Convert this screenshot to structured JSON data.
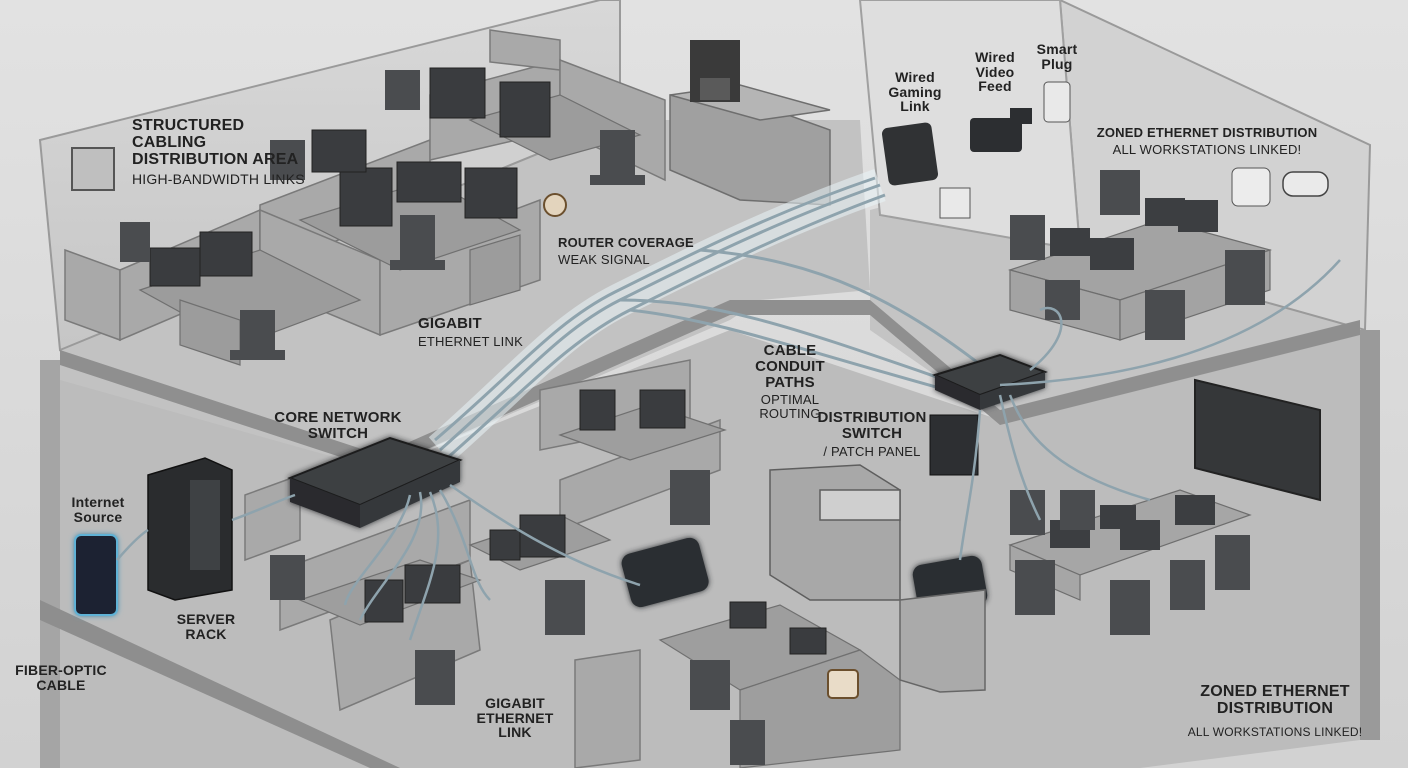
{
  "labels": {
    "structured_title": "STRUCTURED CABLING DISTRIBUTION AREA",
    "structured_sub": "HIGH-BANDWIDTH LINKS",
    "router_coverage": "ROUTER COVERAGE",
    "weak_signal": "WEAK SIGNAL",
    "gigabit_top": "GIGABIT",
    "ethernet_link_top": "ETHERNET LINK",
    "cable_conduit": "CABLE CONDUIT PATHS",
    "optimal_routing": "OPTIMAL ROUTING",
    "core_switch": "CORE NETWORK SWITCH",
    "distribution_switch": "DISTRIBUTION SWITCH",
    "patch_panel": "/ PATCH PANEL",
    "internet_source": "Internet Source",
    "server_rack": "SERVER RACK",
    "fiber_optic": "FIBER-OPTIC CABLE",
    "gigabit_bottom": "GIGABIT ETHERNET LINK",
    "wired_gaming": "Wired Gaming Link",
    "wired_video": "Wired Video Feed",
    "smart_plug": "Smart Plug",
    "zoned_top": "ZONED ETHERNET DISTRIBUTION",
    "zoned_top_sub": "ALL WORKSTATIONS LINKED!",
    "zoned_bottom": "ZONED ETHERNET DISTRIBUTION",
    "zoned_bottom_sub": "ALL WORKSTATIONS LINKED!"
  },
  "icons": [
    "ethernet-port-icon",
    "coffee-maker-icon",
    "tablet-icon",
    "video-camera-icon",
    "smart-plug-icon",
    "thermostat-icon",
    "security-camera-icon",
    "server-rack-icon",
    "modem-icon",
    "core-switch-icon",
    "distribution-switch-icon",
    "desk-phone-icon",
    "printer-icon",
    "coffee-mug-icon",
    "wall-tv-icon"
  ],
  "colors": {
    "cable": "#8ea3ad",
    "glow": "#bfe6f2",
    "fiber": "#3b8db0",
    "wall": "#cfcfcf",
    "floor": "#bdbdbd",
    "dark": "#2f3133"
  }
}
